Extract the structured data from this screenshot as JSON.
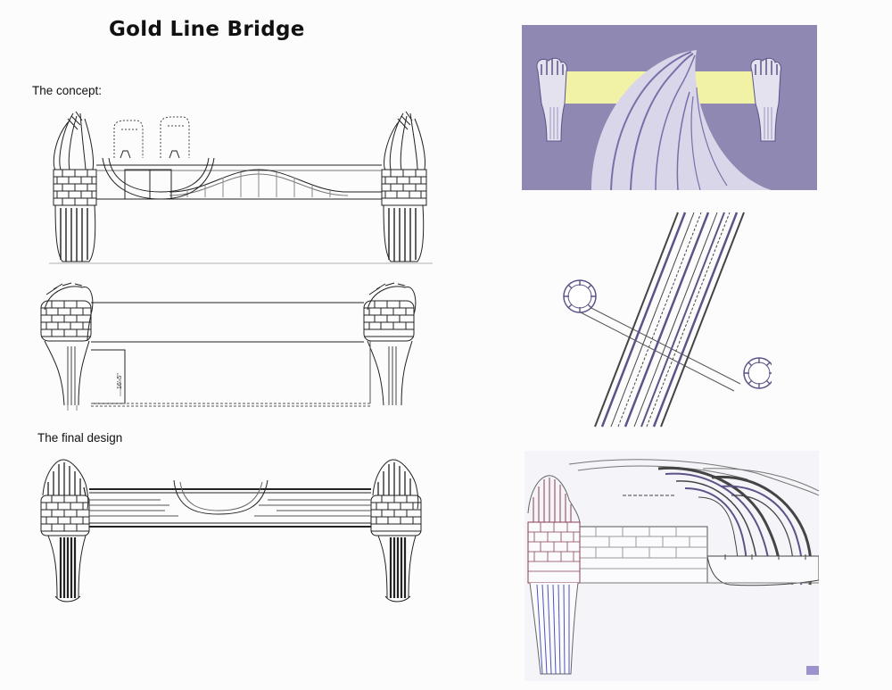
{
  "document": {
    "title": "Gold Line Bridge",
    "concept_label": "The concept:",
    "final_label": "The final design",
    "dimension_note": "16'-5\""
  },
  "colors": {
    "paper": "#fcfcfd",
    "ink": "#222222",
    "render_background": "#8e88b3",
    "render_tube": "#f2f2a6",
    "render_deck": "#d9d6e9",
    "render_lines": "#7770a8",
    "accent_square": "#9a93cc"
  },
  "figures": [
    {
      "id": "concept-elevation",
      "kind": "line drawing"
    },
    {
      "id": "concept-section",
      "kind": "line drawing"
    },
    {
      "id": "final-elevation",
      "kind": "line drawing"
    },
    {
      "id": "render-perspective",
      "kind": "color rendering"
    },
    {
      "id": "plan-view",
      "kind": "line drawing"
    },
    {
      "id": "final-perspective",
      "kind": "line drawing"
    }
  ]
}
